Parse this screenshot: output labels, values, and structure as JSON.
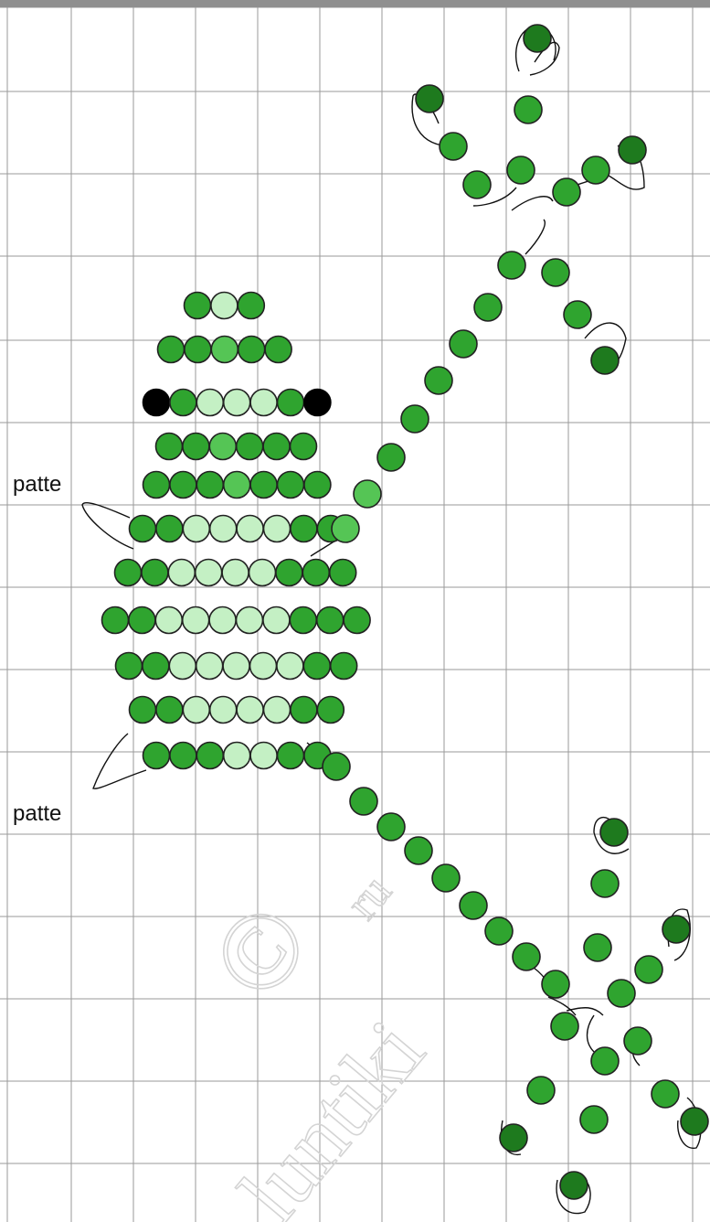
{
  "labels": {
    "upper_leg": "patte",
    "lower_leg": "patte"
  },
  "watermark": {
    "copyright": "©",
    "text": "luntiki",
    "domain": "ru"
  },
  "colors": {
    "page_background": "#ffffff",
    "top_bar": "#8f8f8f",
    "grid": "#9a9a9a",
    "bead_dark": "#1e7a1e",
    "bead_medium": "#2fa42f",
    "bead_light": "#55c555",
    "bead_pale": "#c4f0c4",
    "bead_eye": "#000000",
    "outline": "#111111",
    "watermark": "#d4d4d4"
  }
}
